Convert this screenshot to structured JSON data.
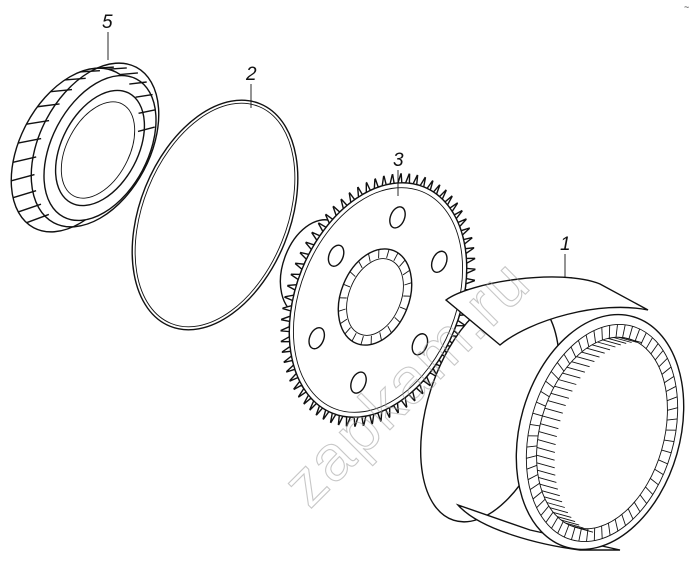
{
  "diagram": {
    "callouts": [
      {
        "id": "part-5",
        "label": "5"
      },
      {
        "id": "part-2",
        "label": "2"
      },
      {
        "id": "part-3",
        "label": "3"
      },
      {
        "id": "part-1",
        "label": "1"
      }
    ],
    "watermark": "zapkam.ru",
    "corner_mark": "~"
  }
}
